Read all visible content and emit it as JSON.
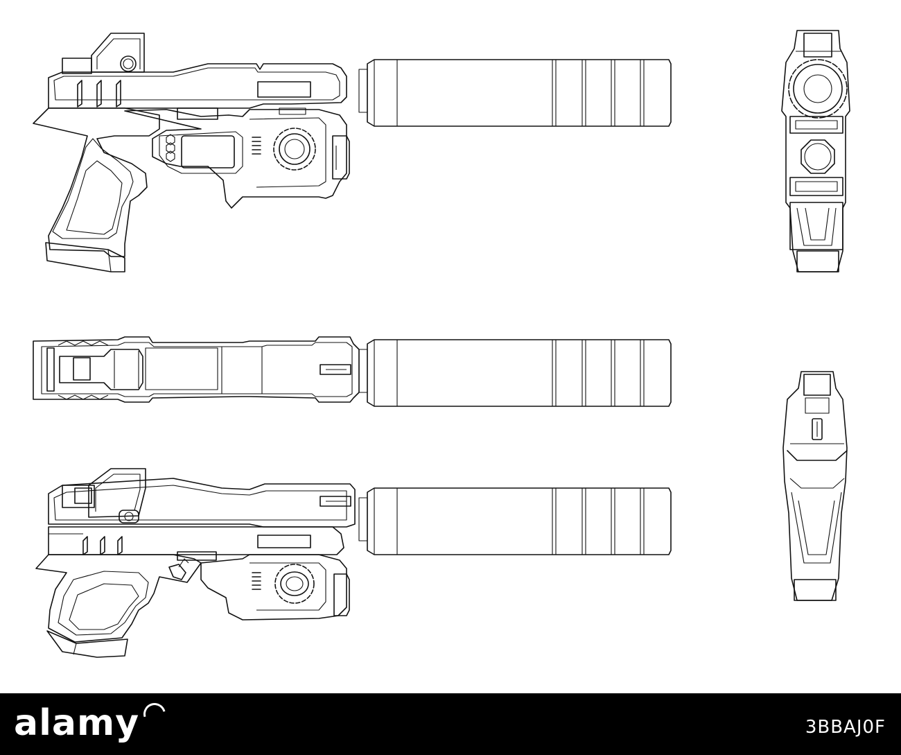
{
  "stock_footer": {
    "logo_text": "alamy",
    "image_id": "3BBAJ0F"
  },
  "colors": {
    "line": "#111111",
    "background": "#ffffff",
    "footer": "#000000"
  },
  "views": [
    {
      "name": "left-side-view"
    },
    {
      "name": "front-view"
    },
    {
      "name": "top-view"
    },
    {
      "name": "rear-view"
    },
    {
      "name": "right-side-view"
    }
  ]
}
